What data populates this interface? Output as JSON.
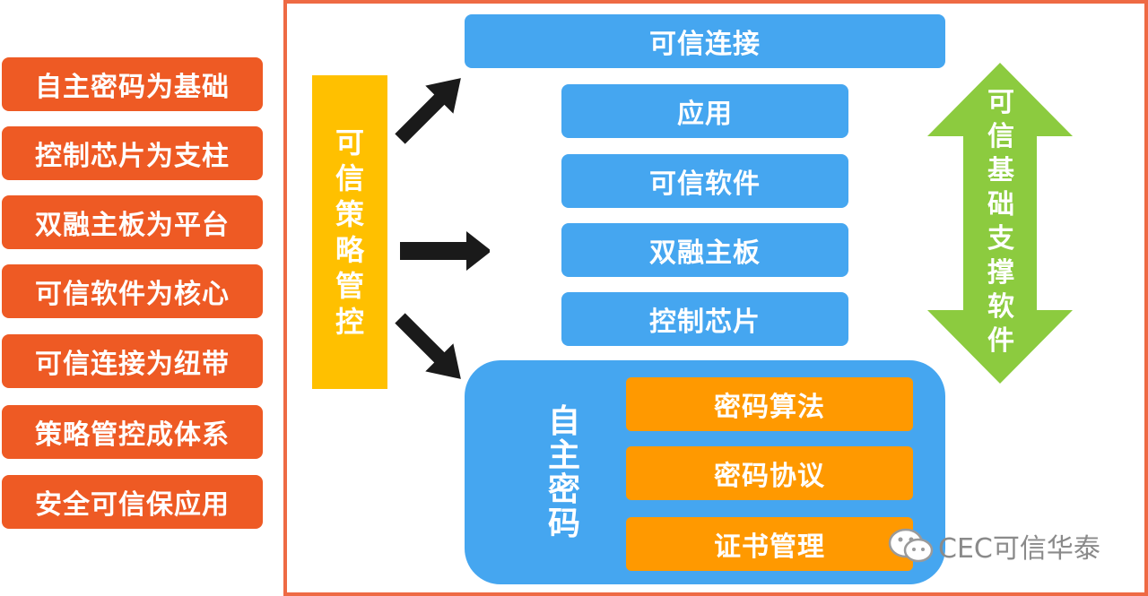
{
  "left_labels": [
    "自主密码为基础",
    "控制芯片为支柱",
    "双融主板为平台",
    "可信软件为核心",
    "可信连接为纽带",
    "策略管控成体系",
    "安全可信保应用"
  ],
  "policy_chars": [
    "可",
    "信",
    "策",
    "略",
    "管",
    "控"
  ],
  "stack": {
    "top": "可信连接",
    "layers": [
      "应用",
      "可信软件",
      "双融主板",
      "控制芯片"
    ]
  },
  "crypto": {
    "title_chars": [
      "自",
      "主",
      "密",
      "码"
    ],
    "items": [
      "密码算法",
      "密码协议",
      "证书管理"
    ]
  },
  "support_chars": [
    "可",
    "信",
    "基",
    "础",
    "支",
    "撑",
    "软",
    "件"
  ],
  "watermark": "CEC可信华泰",
  "colors": {
    "orange_red": "#EE5A24",
    "blue": "#45A6F0",
    "yellow": "#FFC000",
    "orange": "#FF9900",
    "green": "#8CCB3F"
  }
}
